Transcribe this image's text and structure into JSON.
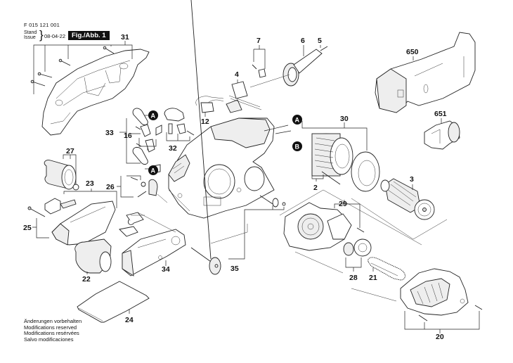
{
  "header": {
    "doc_code": "F 015 121 001",
    "stand_label": "Stand",
    "issue_label": "Issue",
    "date": "08-04-22",
    "figure_label": "Fig./Abb. 1"
  },
  "footer": {
    "lines": [
      "Änderungen vorbehalten",
      "Modifications reserved",
      "Modifications resérvées",
      "Salvo modificaciones"
    ]
  },
  "callouts": {
    "a": "A",
    "b": "B"
  },
  "parts": {
    "p2": "2",
    "p3": "3",
    "p4": "4",
    "p5": "5",
    "p6": "6",
    "p7": "7",
    "p12": "12",
    "p16": "16",
    "p20": "20",
    "p21": "21",
    "p22": "22",
    "p23": "23",
    "p24": "24",
    "p25": "25",
    "p26": "26",
    "p27": "27",
    "p28": "28",
    "p29": "29",
    "p30": "30",
    "p31": "31",
    "p32": "32",
    "p33": "33",
    "p34": "34",
    "p35": "35",
    "p650": "650",
    "p651": "651"
  }
}
